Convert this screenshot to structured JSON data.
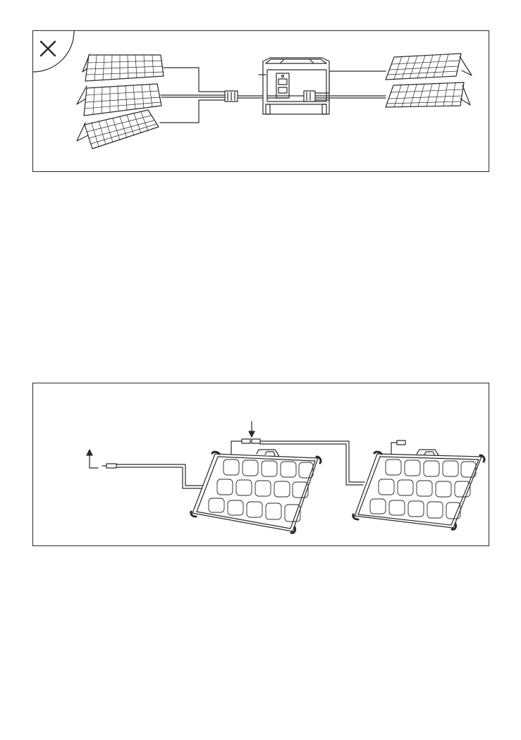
{
  "figures": [
    {
      "id": "incorrect-connection",
      "marker_icon": "cross-icon",
      "illustration": "three-and-two-solar-panels-to-power-station"
    },
    {
      "id": "daisy-chain-connection",
      "arrow_icons": [
        "arrow-down-icon",
        "arrow-up-icon"
      ],
      "illustration": "two-solar-panels-chained"
    }
  ],
  "colors": {
    "stroke": "#2a2a2a",
    "fill": "#ffffff"
  }
}
